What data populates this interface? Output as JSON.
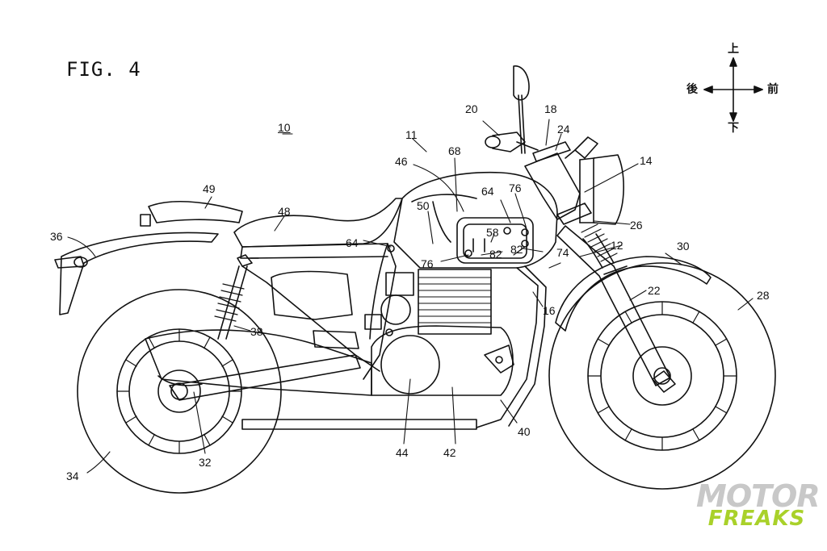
{
  "figure": {
    "title": "FIG. 4",
    "vehicle_ref": "10"
  },
  "reference_numerals": [
    {
      "id": "11",
      "label": "11"
    },
    {
      "id": "12",
      "label": "12"
    },
    {
      "id": "14",
      "label": "14"
    },
    {
      "id": "16",
      "label": "16"
    },
    {
      "id": "18",
      "label": "18"
    },
    {
      "id": "20",
      "label": "20"
    },
    {
      "id": "22",
      "label": "22"
    },
    {
      "id": "24",
      "label": "24"
    },
    {
      "id": "26",
      "label": "26"
    },
    {
      "id": "28",
      "label": "28"
    },
    {
      "id": "30",
      "label": "30"
    },
    {
      "id": "32",
      "label": "32"
    },
    {
      "id": "34",
      "label": "34"
    },
    {
      "id": "36",
      "label": "36"
    },
    {
      "id": "38",
      "label": "38"
    },
    {
      "id": "40",
      "label": "40"
    },
    {
      "id": "42",
      "label": "42"
    },
    {
      "id": "44",
      "label": "44"
    },
    {
      "id": "46",
      "label": "46"
    },
    {
      "id": "48",
      "label": "48"
    },
    {
      "id": "49",
      "label": "49"
    },
    {
      "id": "50",
      "label": "50"
    },
    {
      "id": "58",
      "label": "58"
    },
    {
      "id": "64a",
      "label": "64"
    },
    {
      "id": "64b",
      "label": "64"
    },
    {
      "id": "68",
      "label": "68"
    },
    {
      "id": "74",
      "label": "74"
    },
    {
      "id": "76a",
      "label": "76"
    },
    {
      "id": "76b",
      "label": "76"
    },
    {
      "id": "82a",
      "label": "82"
    },
    {
      "id": "82b",
      "label": "82"
    }
  ],
  "direction_indicator": {
    "up": "上",
    "down": "下",
    "rear": "後",
    "front": "前"
  },
  "watermark": {
    "line1": "MOTOR",
    "line2": "FREAKS"
  }
}
